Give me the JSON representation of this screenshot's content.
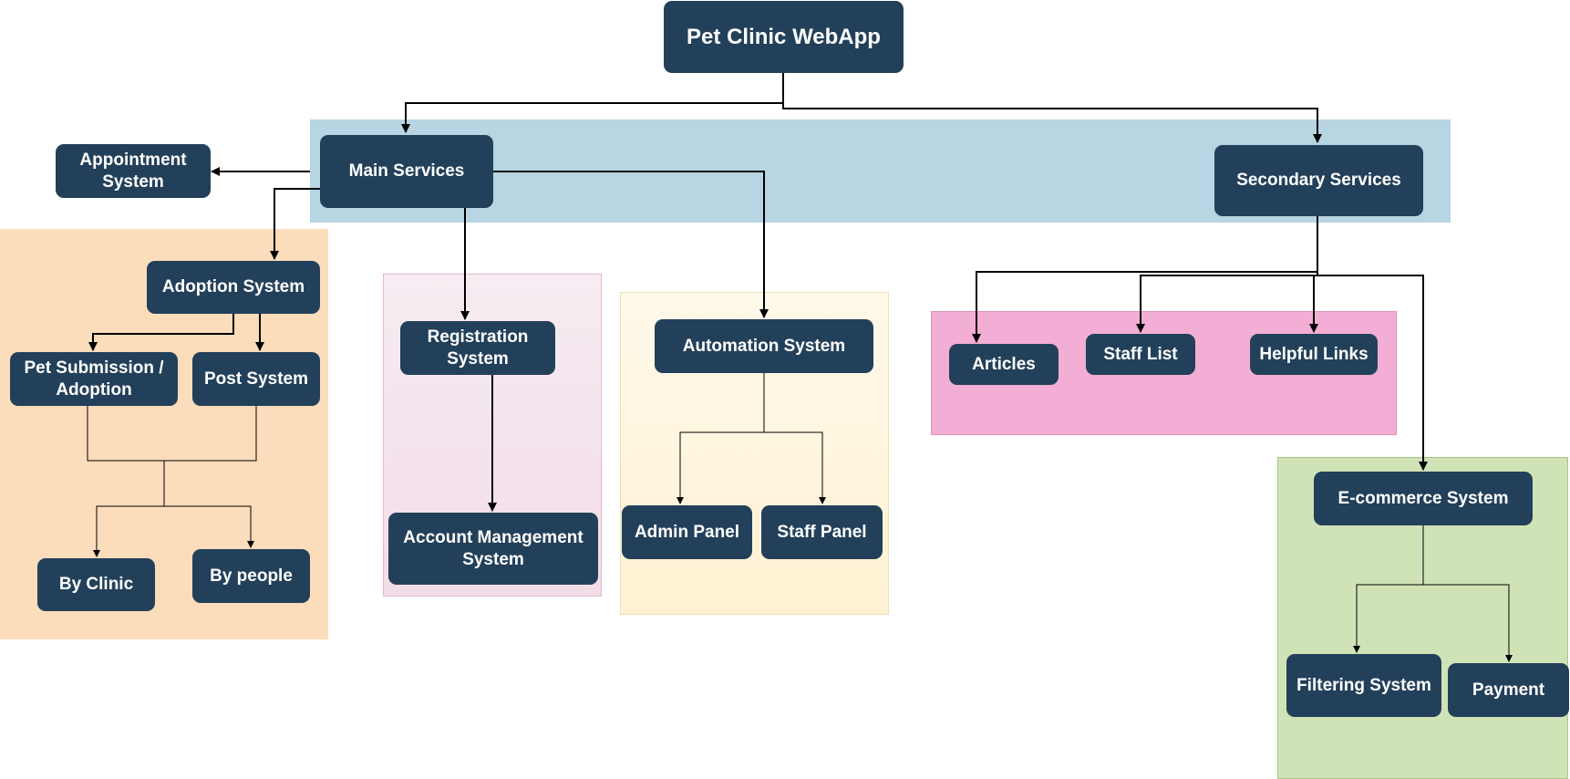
{
  "colors": {
    "node_fill": "#23405a",
    "node_text": "#ffffff",
    "edge": "#000000",
    "region_main_services": "#b7d5e3",
    "region_adoption": "#fbdcbb",
    "region_registration": "#f2e0ea",
    "region_automation": "#fff6de",
    "region_secondary_children": "#f2aed4",
    "region_ecommerce": "#d0e3b6"
  },
  "nodes": {
    "root": "Pet Clinic WebApp",
    "main_services": "Main Services",
    "secondary_services": "Secondary Services",
    "appointment": "Appointment System",
    "adoption": "Adoption System",
    "pet_submission": "Pet Submission / Adoption",
    "post_system": "Post System",
    "by_clinic": "By Clinic",
    "by_people": "By people",
    "registration": "Registration System",
    "account_management": "Account Management System",
    "automation": "Automation System",
    "admin_panel": "Admin Panel",
    "staff_panel": "Staff Panel",
    "articles": "Articles",
    "staff_list": "Staff List",
    "helpful_links": "Helpful Links",
    "ecommerce": "E-commerce System",
    "filtering": "Filtering System",
    "payment": "Payment"
  },
  "edges": [
    {
      "from": "root",
      "to": "main_services"
    },
    {
      "from": "root",
      "to": "secondary_services"
    },
    {
      "from": "main_services",
      "to": "appointment"
    },
    {
      "from": "main_services",
      "to": "adoption"
    },
    {
      "from": "main_services",
      "to": "registration"
    },
    {
      "from": "main_services",
      "to": "automation"
    },
    {
      "from": "adoption",
      "to": "pet_submission"
    },
    {
      "from": "adoption",
      "to": "post_system"
    },
    {
      "from": "pet_submission",
      "to": "by_clinic"
    },
    {
      "from": "pet_submission",
      "to": "by_people"
    },
    {
      "from": "post_system",
      "to": "by_clinic"
    },
    {
      "from": "post_system",
      "to": "by_people"
    },
    {
      "from": "registration",
      "to": "account_management"
    },
    {
      "from": "automation",
      "to": "admin_panel"
    },
    {
      "from": "automation",
      "to": "staff_panel"
    },
    {
      "from": "secondary_services",
      "to": "articles"
    },
    {
      "from": "secondary_services",
      "to": "staff_list"
    },
    {
      "from": "secondary_services",
      "to": "helpful_links"
    },
    {
      "from": "secondary_services",
      "to": "ecommerce"
    },
    {
      "from": "ecommerce",
      "to": "filtering"
    },
    {
      "from": "ecommerce",
      "to": "payment"
    }
  ]
}
